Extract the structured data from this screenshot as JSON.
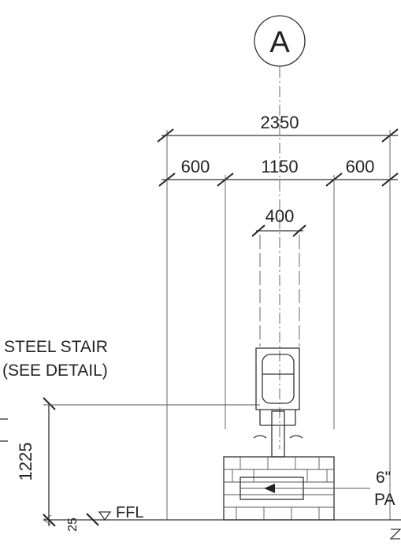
{
  "grid_bubble": {
    "label": "A"
  },
  "dimensions": {
    "overall": "2350",
    "left_bay": "600",
    "center_bay": "1150",
    "right_bay": "600",
    "column_width": "400",
    "stair_height": "1225",
    "small_offset": "25"
  },
  "annotations": {
    "stair_label_line1": "STEEL STAIR",
    "stair_label_line2": "(SEE DETAIL)",
    "floor_level": "FFL",
    "right_note_line1": "6\"",
    "right_note_line2": "PA"
  },
  "colors": {
    "line": "#333333",
    "background": "#ffffff"
  }
}
